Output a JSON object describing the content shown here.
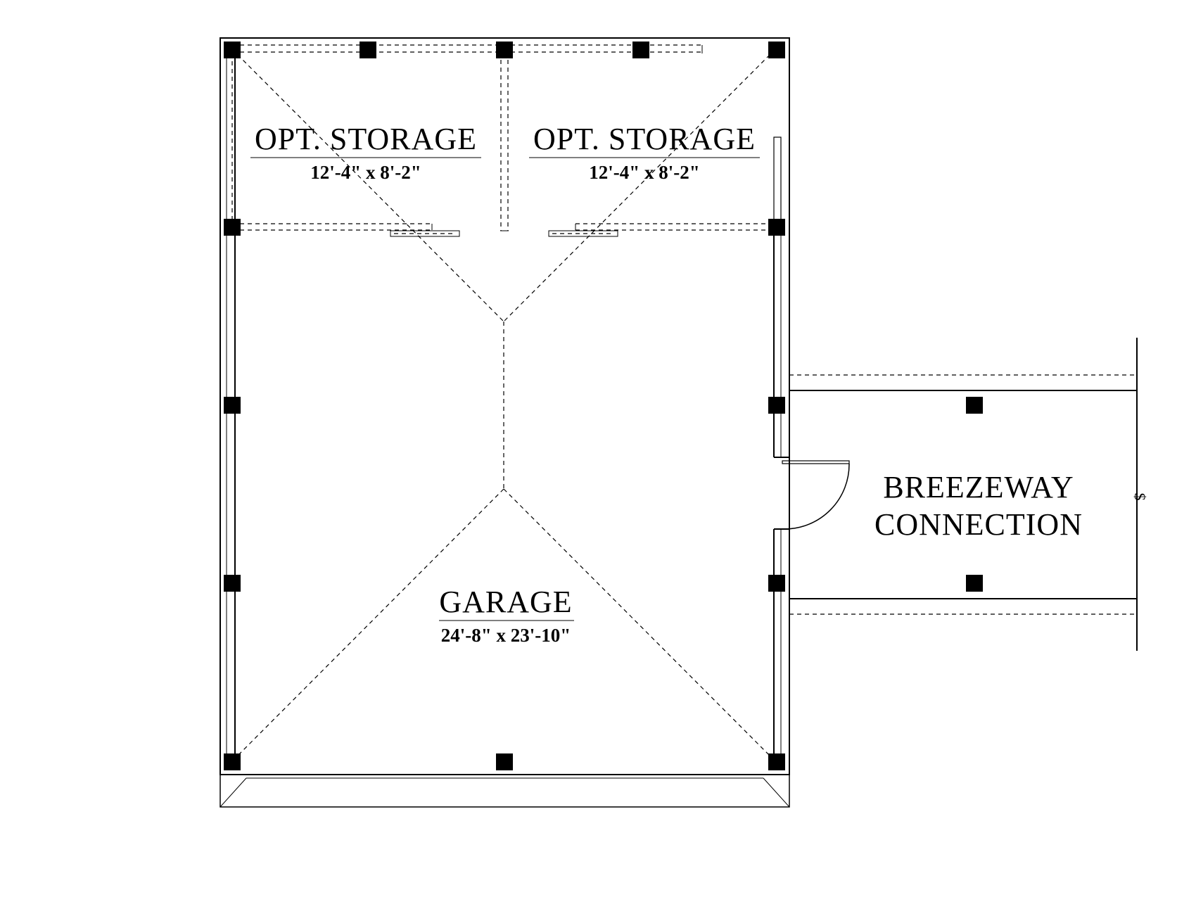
{
  "rooms": {
    "storage_left": {
      "name": "OPT. STORAGE",
      "size": "12'-4\" x 8'-2\""
    },
    "storage_right": {
      "name": "OPT. STORAGE",
      "size": "12'-4\" x 8'-2\""
    },
    "garage": {
      "name": "GARAGE",
      "size": "24'-8\" x 23'-10\""
    },
    "breezeway": {
      "name_line1": "BREEZEWAY",
      "name_line2": "CONNECTION"
    }
  },
  "symbols": {
    "switch": {
      "label": "$",
      "icon": "light-switch-icon"
    }
  }
}
